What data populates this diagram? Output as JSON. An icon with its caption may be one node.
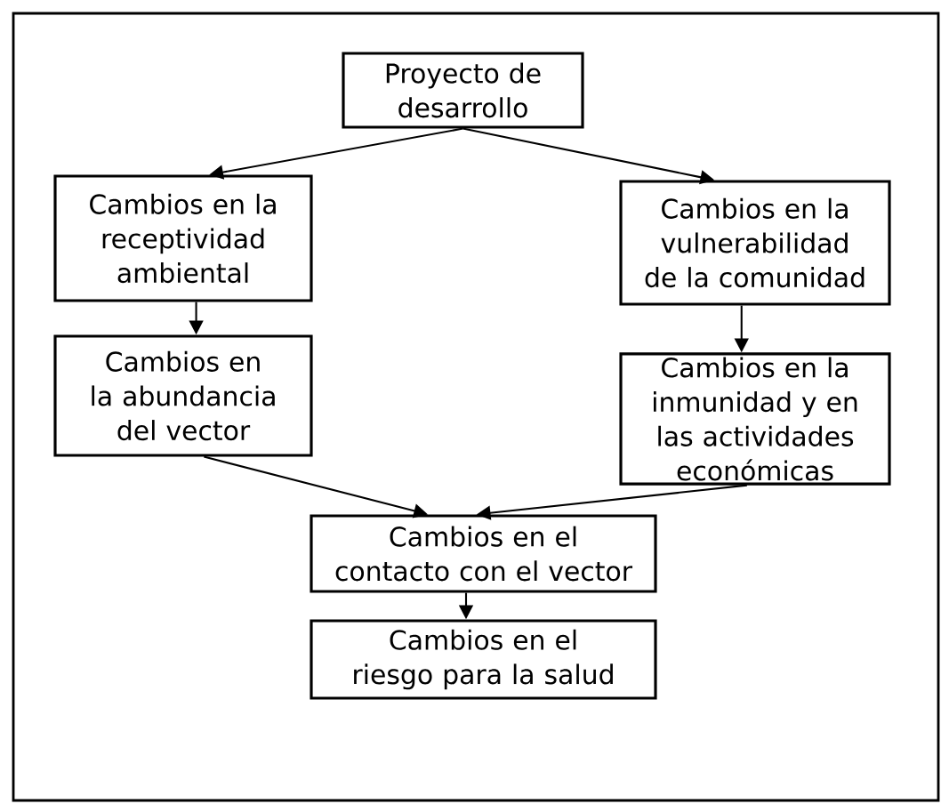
{
  "diagram": {
    "nodes": [
      {
        "text": [
          "Proyecto de desarrollo"
        ]
      },
      {
        "text": [
          "Cambios en la receptividad ambiental"
        ]
      },
      {
        "text": [
          "Cambios en la vulnerabilidad de la comunidad"
        ]
      },
      {
        "text": [
          "Cambios en la abundancia del vector"
        ]
      },
      {
        "text": [
          "Cambios en la inmunidad y en las actividades económicas"
        ]
      },
      {
        "text": [
          "Cambios en el contacto con el vector"
        ]
      },
      {
        "text": [
          "Cambios en el riesgo para la salud"
        ]
      }
    ],
    "edges": [
      {
        "from": 0,
        "to": 1,
        "arrow": "to"
      },
      {
        "from": 0,
        "to": 2,
        "arrow": "to"
      },
      {
        "from": 1,
        "to": 3,
        "arrow": "to"
      },
      {
        "from": 2,
        "to": 4,
        "arrow": "to"
      },
      {
        "from": 3,
        "to": 5,
        "arrow": "to"
      },
      {
        "from": 4,
        "to": 5,
        "arrow": "to"
      },
      {
        "from": 5,
        "to": 6,
        "arrow": "to"
      }
    ]
  }
}
